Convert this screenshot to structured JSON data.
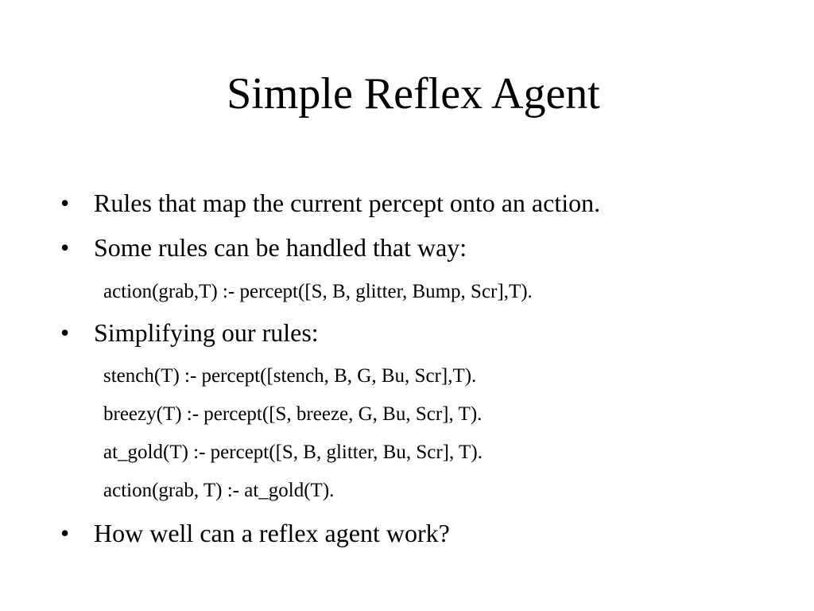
{
  "slide": {
    "title": "Simple Reflex Agent",
    "bullets": [
      {
        "marker": "•",
        "text": "Rules that map the current percept onto an action.",
        "sub": []
      },
      {
        "marker": "•",
        "text": "Some rules can be handled that way:",
        "sub": [
          "action(grab,T) :- percept([S, B, glitter, Bump, Scr],T)."
        ]
      },
      {
        "marker": "•",
        "text": "Simplifying our rules:",
        "sub": [
          "stench(T) :- percept([stench, B, G, Bu, Scr],T).",
          "breezy(T) :- percept([S, breeze, G, Bu, Scr], T).",
          "at_gold(T) :- percept([S, B, glitter, Bu, Scr], T).",
          "action(grab, T) :- at_gold(T)."
        ]
      },
      {
        "marker": "•",
        "text": "How well can a reflex agent work?",
        "sub": []
      }
    ]
  }
}
